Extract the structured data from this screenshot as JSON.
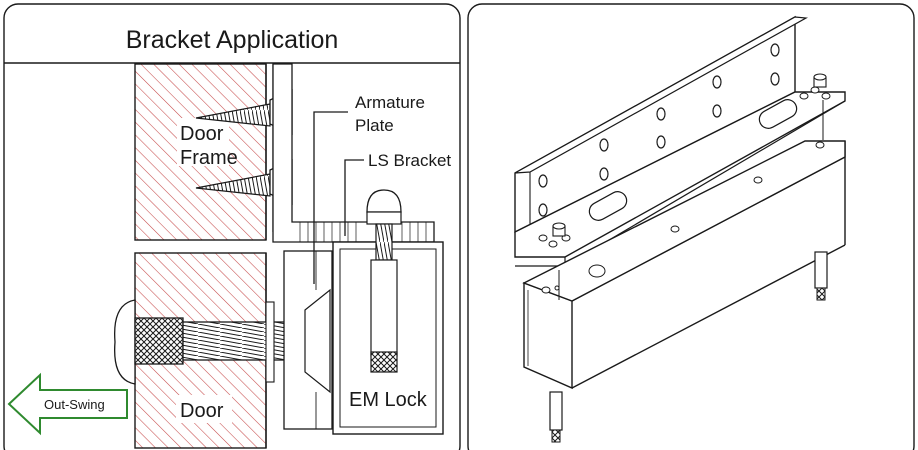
{
  "left_panel": {
    "title": "Bracket Application",
    "labels": {
      "door_frame_line1": "Door",
      "door_frame_line2": "Frame",
      "armature_line1": "Armature",
      "armature_line2": "Plate",
      "ls_bracket": "LS Bracket",
      "door": "Door",
      "em_lock": "EM Lock",
      "out_swing": "Out-Swing"
    }
  },
  "colors": {
    "hatch": "#c74b4b",
    "arrow_outline": "#2f8a2f",
    "line": "#1a1a1a"
  }
}
